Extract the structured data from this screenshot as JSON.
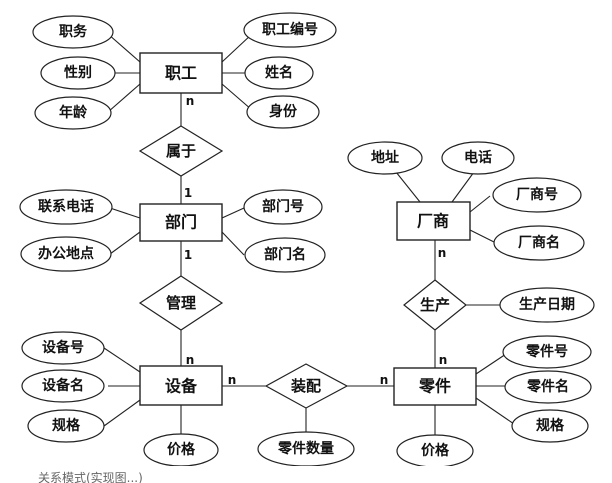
{
  "entities": [
    {
      "id": "staff",
      "label": "职工"
    },
    {
      "id": "dept",
      "label": "部门"
    },
    {
      "id": "maker",
      "label": "厂商"
    },
    {
      "id": "equip",
      "label": "设备"
    },
    {
      "id": "part",
      "label": "零件"
    }
  ],
  "relations": [
    {
      "id": "belong",
      "label": "属于"
    },
    {
      "id": "manage",
      "label": "管理"
    },
    {
      "id": "produce",
      "label": "生产"
    },
    {
      "id": "assemble",
      "label": "装配"
    }
  ],
  "attributes": [
    {
      "id": "duty",
      "label": "职务",
      "of": "staff"
    },
    {
      "id": "gender",
      "label": "性别",
      "of": "staff"
    },
    {
      "id": "age",
      "label": "年龄",
      "of": "staff"
    },
    {
      "id": "staff-no",
      "label": "职工编号",
      "of": "staff"
    },
    {
      "id": "staff-name",
      "label": "姓名",
      "of": "staff"
    },
    {
      "id": "identity",
      "label": "身份",
      "of": "staff"
    },
    {
      "id": "phone",
      "label": "联系电话",
      "of": "dept"
    },
    {
      "id": "office",
      "label": "办公地点",
      "of": "dept"
    },
    {
      "id": "dept-no",
      "label": "部门号",
      "of": "dept"
    },
    {
      "id": "dept-name",
      "label": "部门名",
      "of": "dept"
    },
    {
      "id": "address",
      "label": "地址",
      "of": "maker"
    },
    {
      "id": "tel",
      "label": "电话",
      "of": "maker"
    },
    {
      "id": "maker-no",
      "label": "厂商号",
      "of": "maker"
    },
    {
      "id": "maker-name",
      "label": "厂商名",
      "of": "maker"
    },
    {
      "id": "prod-date",
      "label": "生产日期",
      "of": "produce"
    },
    {
      "id": "equip-no",
      "label": "设备号",
      "of": "equip"
    },
    {
      "id": "equip-name",
      "label": "设备名",
      "of": "equip"
    },
    {
      "id": "equip-spec",
      "label": "规格",
      "of": "equip"
    },
    {
      "id": "equip-price",
      "label": "价格",
      "of": "equip"
    },
    {
      "id": "part-qty",
      "label": "零件数量",
      "of": "assemble"
    },
    {
      "id": "part-no",
      "label": "零件号",
      "of": "part"
    },
    {
      "id": "part-name",
      "label": "零件名",
      "of": "part"
    },
    {
      "id": "part-spec",
      "label": "规格",
      "of": "part"
    },
    {
      "id": "part-price",
      "label": "价格",
      "of": "part"
    }
  ],
  "cardinalities": {
    "staff_belong": "n",
    "belong_dept": "1",
    "dept_manage": "1",
    "manage_equip": "n",
    "maker_produce": "n",
    "produce_part": "n",
    "equip_assemble": "n",
    "assemble_part": "n"
  },
  "caption": "关系模式(实现图...)"
}
